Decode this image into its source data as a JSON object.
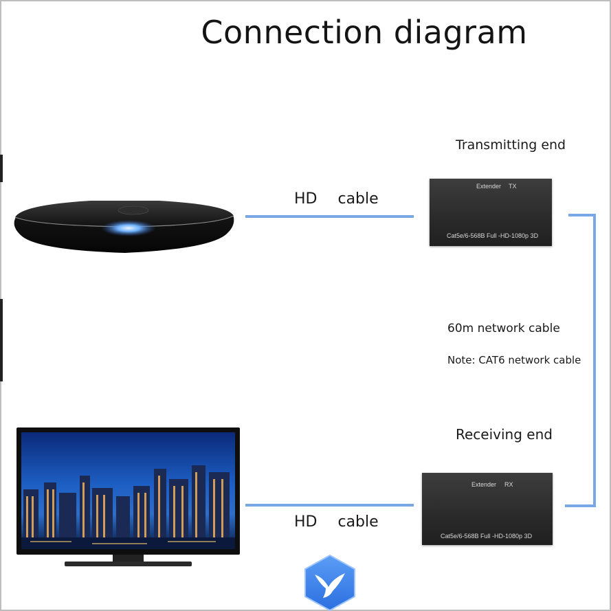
{
  "title": "Connection diagram",
  "labels": {
    "transmitting_end": "Transmitting end",
    "receiving_end": "Receiving end",
    "network_cable": "60m network cable",
    "note": "Note: CAT6 network cable"
  },
  "cables": {
    "top_left": "HD",
    "top_right": "cable",
    "bottom_left": "HD",
    "bottom_right": "cable"
  },
  "tx_device": {
    "label": "Extender",
    "type": "TX",
    "spec": "Cat5e/6-568B  Full -HD-1080p 3D"
  },
  "rx_device": {
    "label": "Extender",
    "type": "RX",
    "spec": "Cat5e/6-568B  Full -HD-1080p 3D"
  },
  "colors": {
    "cable_line": "#78a8e6",
    "device_body": "#2d2d2d",
    "text": "#1a1a1a"
  },
  "icons": [
    "set-top-box-icon",
    "television-icon",
    "bird-logo-icon"
  ]
}
